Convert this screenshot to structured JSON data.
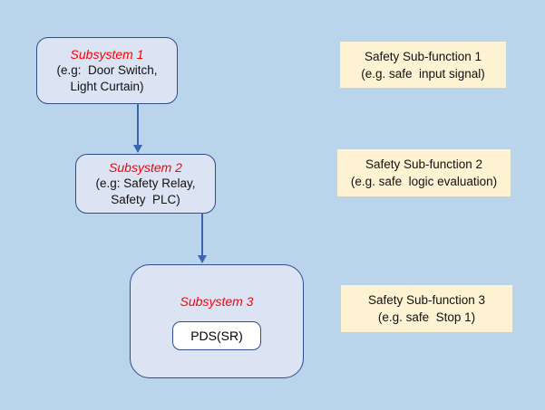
{
  "colors": {
    "background": "#b9d4eb",
    "subsystem_fill": "#dce3f2",
    "subsystem_border": "#2e4d8e",
    "arrow": "#3c64ae",
    "subsystem_title_red": "#fb0007",
    "text": "#111111",
    "function_label_fill": "#fdf2d1",
    "pds_fill": "#ffffff"
  },
  "subsystems": [
    {
      "title": "Subsystem 1",
      "line1": "(e.g:  Door Switch,",
      "line2": "Light Curtain)"
    },
    {
      "title": "Subsystem 2",
      "line1": "(e.g: Safety Relay,",
      "line2": "Safety  PLC)"
    },
    {
      "title": "Subsystem 3",
      "component": "PDS(SR)"
    }
  ],
  "safety_functions": [
    {
      "line1": "Safety Sub-function 1",
      "line2": "(e.g. safe  input signal)"
    },
    {
      "line1": "Safety Sub-function 2",
      "line2": "(e.g. safe  logic evaluation)"
    },
    {
      "line1": "Safety Sub-function 3",
      "line2": "(e.g. safe  Stop 1)"
    }
  ]
}
